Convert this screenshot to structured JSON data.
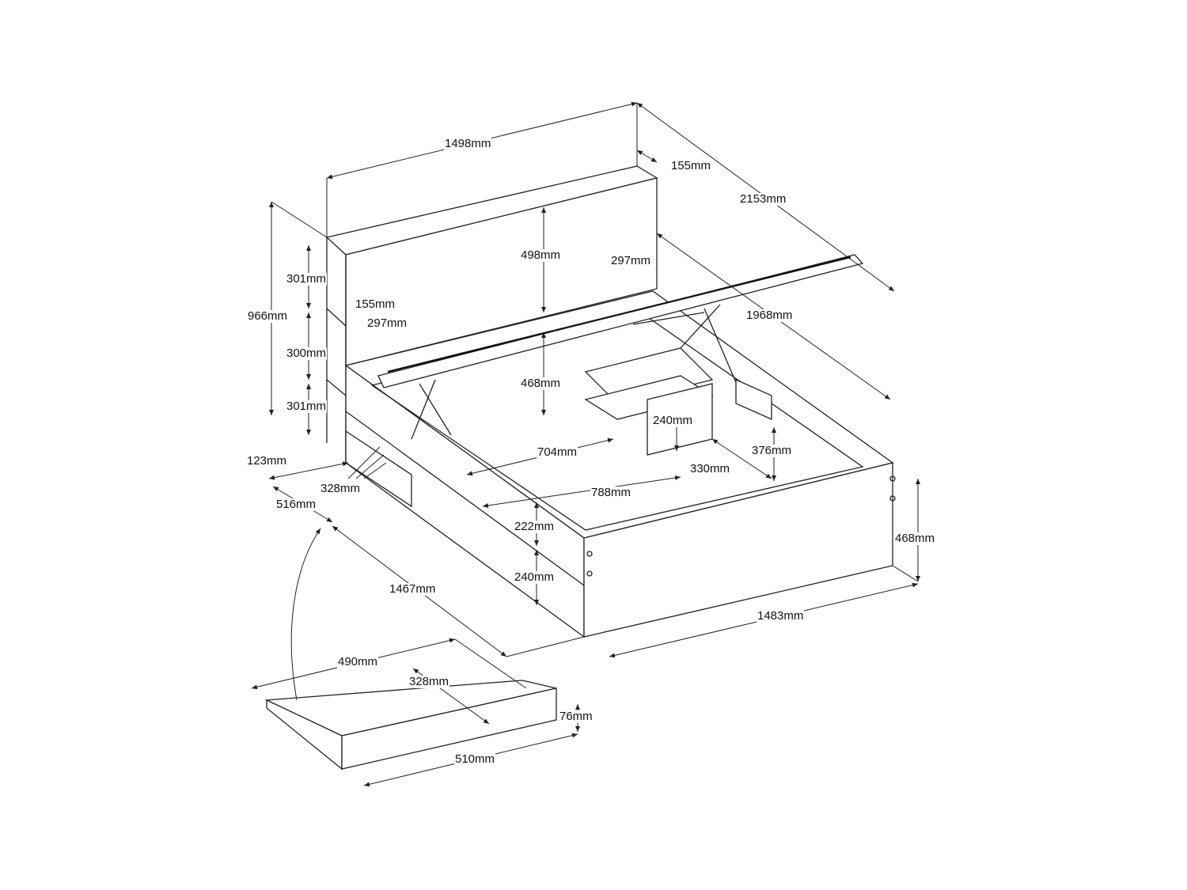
{
  "title": "Bed with lift-up storage and drawer - dimensions",
  "dimensions": {
    "headboard_width": "1498mm",
    "headboard_depth": "155mm",
    "total_length": "2153mm",
    "headboard_panel_height": "498mm",
    "headboard_shelf_depth_top": "297mm",
    "side_shelf_top": "301mm",
    "side_shelf_depth": "155mm",
    "side_shelf_width": "297mm",
    "total_height": "966mm",
    "frame_length": "1968mm",
    "side_shelf_middle": "300mm",
    "storage_height": "468mm",
    "side_shelf_bottom": "301mm",
    "inner_box_height": "240mm",
    "inner_width": "704mm",
    "inner_depth_right": "376mm",
    "plinth_height": "123mm",
    "inner_box_width": "330mm",
    "drawer_opening_width": "328mm",
    "inner_length": "788mm",
    "drawer_section_depth": "516mm",
    "upper_panel_height": "222mm",
    "bed_height": "468mm",
    "lower_panel_height": "240mm",
    "side_length": "1467mm",
    "front_width": "1483mm",
    "drawer_length": "490mm",
    "drawer_inner_width": "328mm",
    "drawer_height": "76mm",
    "drawer_front_width": "510mm"
  }
}
